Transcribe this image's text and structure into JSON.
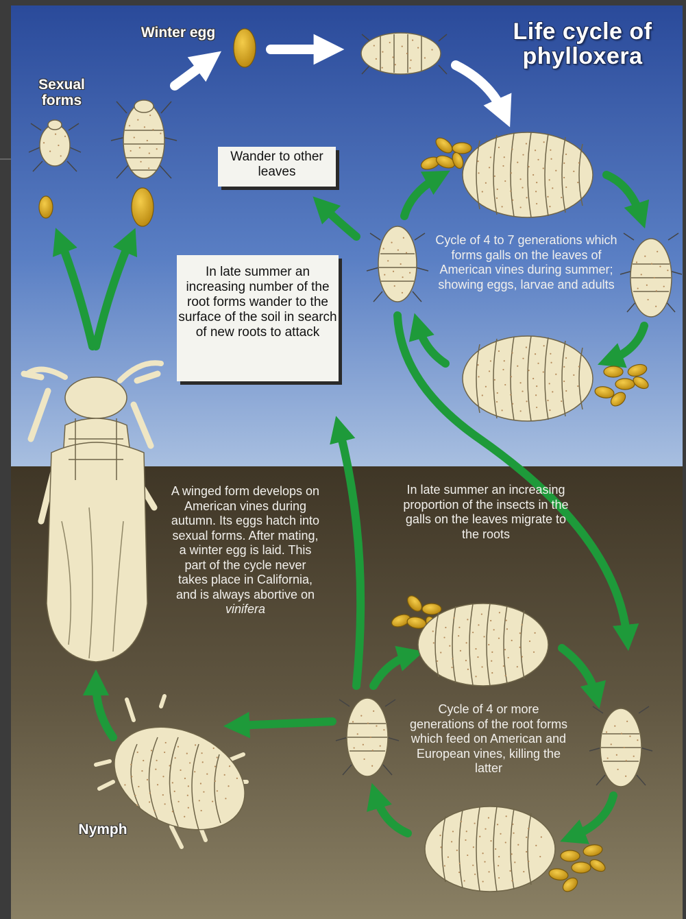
{
  "title": "Life cycle of phylloxera",
  "labels": {
    "winter_egg": "Winter egg",
    "sexual_forms": "Sexual forms",
    "nymph": "Nymph"
  },
  "boxes": {
    "wander": "Wander to other leaves",
    "late_summer_roots": "In late summer an increasing number of the root forms wander to the surface of the soil in search of new roots to attack"
  },
  "notes": {
    "leaf_cycle": "Cycle of 4 to 7 generations which forms galls on the leaves of American vines during summer; showing eggs, larvae and adults",
    "winged_form": "A winged form develops on American vines during autumn. Its eggs hatch into sexual forms. After mating, a winter egg is laid. This part of the cycle never takes place in California, and is always abortive on",
    "winged_form_emphasis": "vinifera",
    "migrate": "In late summer an increasing proportion of the insects in the galls on the leaves migrate to the roots",
    "root_cycle": "Cycle of 4 or more generations of the root forms which feed on American and European vines, killing the latter"
  },
  "colors": {
    "sky_top": "#2a4a9a",
    "sky_bottom": "#a8bfe0",
    "soil_top": "#3f3626",
    "soil_bottom": "#8a8064",
    "arrow_green": "#1e9a3a",
    "insect_body": "#efe6c4",
    "egg_gold": "#d6a51e"
  }
}
